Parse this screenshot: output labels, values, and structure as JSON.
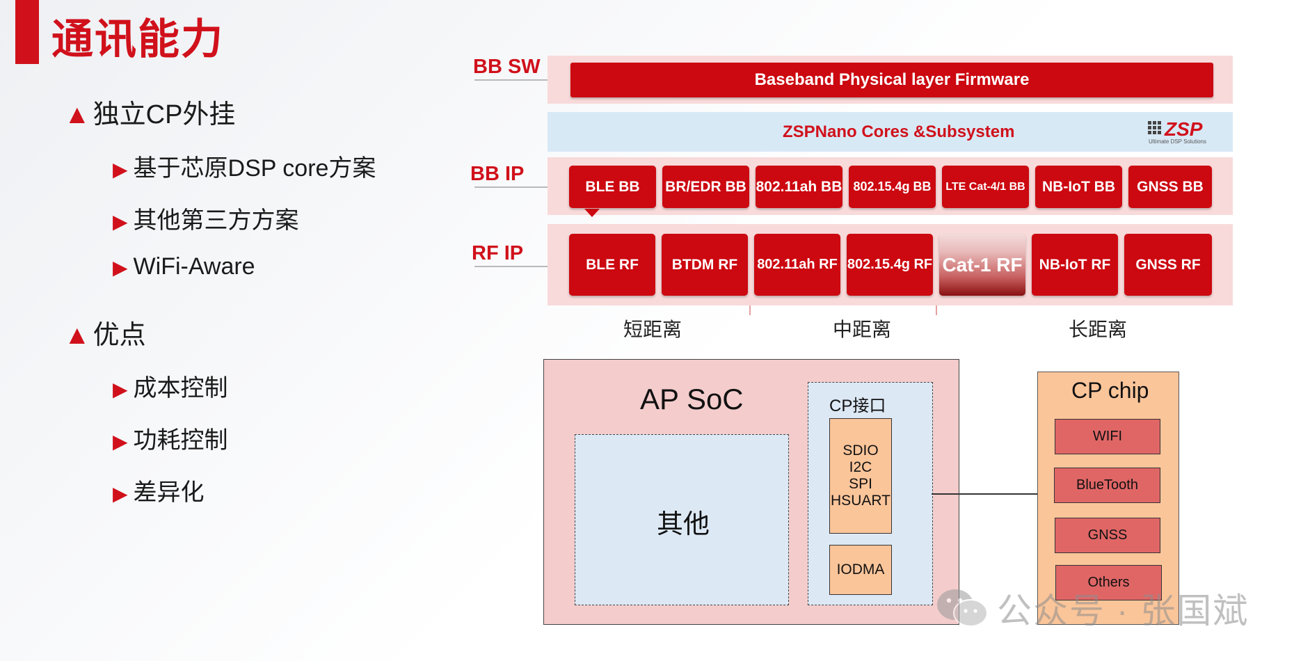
{
  "title": "通讯能力",
  "bullets": {
    "b1": "独立CP外挂",
    "b1_sub": [
      "基于芯原DSP core方案",
      "其他第三方方案",
      "WiFi-Aware"
    ],
    "b2": "优点",
    "b2_sub": [
      "成本控制",
      "功耗控制",
      "差异化"
    ]
  },
  "glyphs": {
    "section": "▲",
    "item": "▶"
  },
  "stack": {
    "bb_sw_label": "BB SW",
    "firmware": "Baseband Physical layer Firmware",
    "zsp_text": "ZSPNano Cores &Subsystem",
    "zsp_logo": "ZSP",
    "zsp_tagline": "Ultimate DSP Solutions",
    "bb_ip_label": "BB IP",
    "bb_items": [
      "BLE BB",
      "BR/EDR BB",
      "802.11ah BB",
      "802.15.4g BB",
      "LTE Cat-4/1  BB",
      "NB-IoT BB",
      "GNSS BB"
    ],
    "rf_ip_label": "RF IP",
    "rf_items": [
      "BLE  RF",
      "BTDM RF",
      "802.11ah RF",
      "802.15.4g RF",
      "Cat-1 RF",
      "NB-IoT RF",
      "GNSS RF"
    ],
    "ranges": [
      "短距离",
      "中距离",
      "长距离"
    ]
  },
  "arch": {
    "ap_title": "AP SoC",
    "other": "其他",
    "cp_if_title": "CP接口",
    "interfaces": [
      "SDIO",
      "I2C",
      "SPI",
      "HSUART"
    ],
    "iodma": "IODMA",
    "chip_title": "CP chip",
    "chip_items": [
      "WIFI",
      "BlueTooth",
      "GNSS",
      "Others"
    ]
  },
  "watermark": "公众号 · 张国斌",
  "colors": {
    "accent": "#d0111b",
    "box_red": "#cc0810",
    "row_pink": "#f8dada",
    "row_blue": "#d8e9f6",
    "orange": "#fbc59a",
    "chip_red": "#e06666"
  }
}
